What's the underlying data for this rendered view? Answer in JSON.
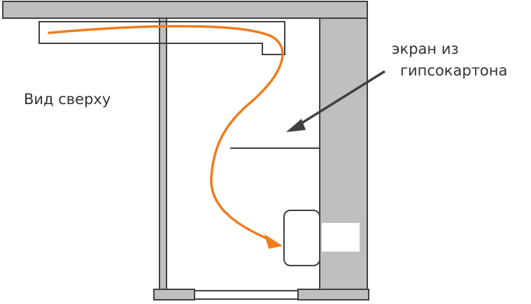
{
  "labels": {
    "top_view": "Вид сверху",
    "screen_line1": "экран из",
    "screen_line2": "гипсокартона"
  },
  "colors": {
    "wall_fill": "#bfbfbf",
    "outline": "#404040",
    "route": "#f07c1e",
    "pointer": "#404040",
    "text": "#333333"
  }
}
